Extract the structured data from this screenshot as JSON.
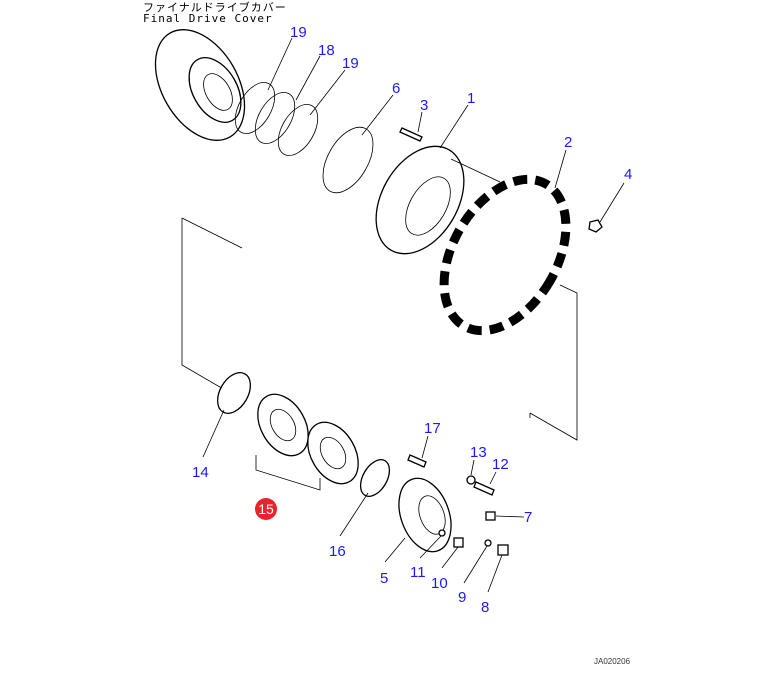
{
  "title": {
    "jp": "ファイナルドライブカバー",
    "en": "Final Drive Cover"
  },
  "drawing_code": "JA020206",
  "highlight_color": "#e8242b",
  "label_color": "#1a1aff",
  "callouts": {
    "c19a": "19",
    "c18": "18",
    "c19b": "19",
    "c6": "6",
    "c3": "3",
    "c1": "1",
    "c2": "2",
    "c4": "4",
    "c14": "14",
    "c15": "15",
    "c16": "16",
    "c17": "17",
    "c13": "13",
    "c12": "12",
    "c7": "7",
    "c5": "5",
    "c11": "11",
    "c10": "10",
    "c9": "9",
    "c8": "8"
  }
}
